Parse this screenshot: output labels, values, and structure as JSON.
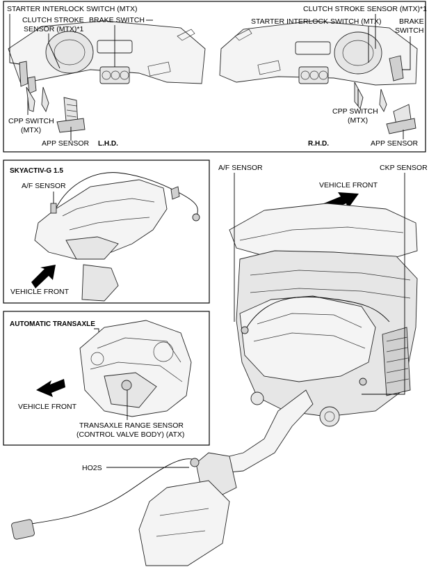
{
  "top_panel": {
    "lhd": {
      "starter_interlock": "STARTER INTERLOCK SWITCH (MTX)",
      "clutch_stroke_line1": "CLUTCH STROKE",
      "clutch_stroke_line2": "SENSOR (MTX)*1",
      "brake_switch": "BRAKE SWITCH",
      "cpp_switch_line1": "CPP SWITCH",
      "cpp_switch_line2": "(MTX)",
      "app_sensor": "APP SENSOR",
      "tag": "L.H.D."
    },
    "rhd": {
      "clutch_stroke": "CLUTCH STROKE SENSOR (MTX)*1",
      "starter_interlock": "STARTER INTERLOCK SWITCH (MTX)",
      "brake_line1": "BRAKE",
      "brake_line2": "SWITCH",
      "cpp_switch_line1": "CPP SWITCH",
      "cpp_switch_line2": "(MTX)",
      "app_sensor": "APP SENSOR",
      "tag": "R.H.D."
    }
  },
  "skyactiv_panel": {
    "title": "SKYACTIV-G 1.5",
    "af_sensor": "A/F SENSOR",
    "vehicle_front": "VEHICLE FRONT"
  },
  "atx_panel": {
    "title": "AUTOMATIC TRANSAXLE",
    "vehicle_front": "VEHICLE FRONT",
    "range_sensor_line1": "TRANSAXLE RANGE SENSOR",
    "range_sensor_line2": "(CONTROL VALVE BODY) (ATX)"
  },
  "engine": {
    "af_sensor": "A/F SENSOR",
    "ckp_sensor": "CKP SENSOR",
    "vehicle_front": "VEHICLE FRONT",
    "ho2s": "HO2S"
  }
}
